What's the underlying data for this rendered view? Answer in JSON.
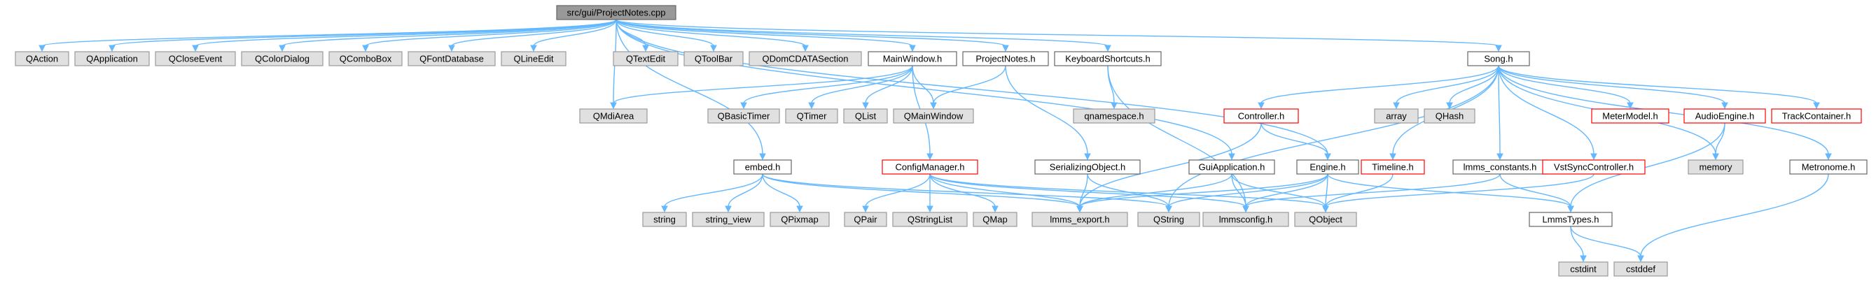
{
  "colors": {
    "edge": "#63b8ff",
    "root_fill": "#999999",
    "root_border": "#666666",
    "system_fill": "#e0e0e0",
    "system_border": "#999999",
    "project_fill": "#ffffff",
    "project_border": "#666666",
    "highlight_border": "#ff0000"
  },
  "nodes": [
    {
      "id": "root",
      "label": "src/gui/ProjectNotes.cpp",
      "kind": "root"
    },
    {
      "id": "qaction",
      "label": "QAction",
      "kind": "system"
    },
    {
      "id": "qapp",
      "label": "QApplication",
      "kind": "system"
    },
    {
      "id": "qclose",
      "label": "QCloseEvent",
      "kind": "system"
    },
    {
      "id": "qcolor",
      "label": "QColorDialog",
      "kind": "system"
    },
    {
      "id": "qcombo",
      "label": "QComboBox",
      "kind": "system"
    },
    {
      "id": "qfontdb",
      "label": "QFontDatabase",
      "kind": "system"
    },
    {
      "id": "qlineedit",
      "label": "QLineEdit",
      "kind": "system"
    },
    {
      "id": "qtextedit",
      "label": "QTextEdit",
      "kind": "system"
    },
    {
      "id": "qtoolbar",
      "label": "QToolBar",
      "kind": "system"
    },
    {
      "id": "qdomcdata",
      "label": "QDomCDATASection",
      "kind": "system"
    },
    {
      "id": "mainwindow",
      "label": "MainWindow.h",
      "kind": "project"
    },
    {
      "id": "projnotesh",
      "label": "ProjectNotes.h",
      "kind": "project"
    },
    {
      "id": "keyboard",
      "label": "KeyboardShortcuts.h",
      "kind": "project"
    },
    {
      "id": "song",
      "label": "Song.h",
      "kind": "project"
    },
    {
      "id": "qmdiarea",
      "label": "QMdiArea",
      "kind": "system"
    },
    {
      "id": "qbasictimer",
      "label": "QBasicTimer",
      "kind": "system"
    },
    {
      "id": "qtimer",
      "label": "QTimer",
      "kind": "system"
    },
    {
      "id": "qlist",
      "label": "QList",
      "kind": "system"
    },
    {
      "id": "qmainwindow",
      "label": "QMainWindow",
      "kind": "system"
    },
    {
      "id": "qnamespace",
      "label": "qnamespace.h",
      "kind": "system"
    },
    {
      "id": "controller",
      "label": "Controller.h",
      "kind": "highlight"
    },
    {
      "id": "array",
      "label": "array",
      "kind": "system"
    },
    {
      "id": "qhash",
      "label": "QHash",
      "kind": "system"
    },
    {
      "id": "metermodel",
      "label": "MeterModel.h",
      "kind": "highlight"
    },
    {
      "id": "audioengine",
      "label": "AudioEngine.h",
      "kind": "highlight"
    },
    {
      "id": "trackcont",
      "label": "TrackContainer.h",
      "kind": "highlight"
    },
    {
      "id": "embed",
      "label": "embed.h",
      "kind": "project"
    },
    {
      "id": "configmgr",
      "label": "ConfigManager.h",
      "kind": "highlight"
    },
    {
      "id": "serializing",
      "label": "SerializingObject.h",
      "kind": "project"
    },
    {
      "id": "guiapp",
      "label": "GuiApplication.h",
      "kind": "project"
    },
    {
      "id": "engine",
      "label": "Engine.h",
      "kind": "project"
    },
    {
      "id": "timeline",
      "label": "Timeline.h",
      "kind": "highlight"
    },
    {
      "id": "lmmsconst",
      "label": "lmms_constants.h",
      "kind": "project"
    },
    {
      "id": "vstsync",
      "label": "VstSyncController.h",
      "kind": "highlight"
    },
    {
      "id": "memory",
      "label": "memory",
      "kind": "system"
    },
    {
      "id": "metronome",
      "label": "Metronome.h",
      "kind": "project"
    },
    {
      "id": "string",
      "label": "string",
      "kind": "system"
    },
    {
      "id": "stringview",
      "label": "string_view",
      "kind": "system"
    },
    {
      "id": "qpixmap",
      "label": "QPixmap",
      "kind": "system"
    },
    {
      "id": "qpair",
      "label": "QPair",
      "kind": "system"
    },
    {
      "id": "qstringlist",
      "label": "QStringList",
      "kind": "system"
    },
    {
      "id": "qmap",
      "label": "QMap",
      "kind": "system"
    },
    {
      "id": "lmmsexport",
      "label": "lmms_export.h",
      "kind": "system"
    },
    {
      "id": "qstring",
      "label": "QString",
      "kind": "system"
    },
    {
      "id": "lmmsconfig",
      "label": "lmmsconfig.h",
      "kind": "system"
    },
    {
      "id": "qobject",
      "label": "QObject",
      "kind": "system"
    },
    {
      "id": "lmmstypes",
      "label": "LmmsTypes.h",
      "kind": "project"
    },
    {
      "id": "cstdint",
      "label": "cstdint",
      "kind": "system"
    },
    {
      "id": "cstddef",
      "label": "cstddef",
      "kind": "system"
    }
  ],
  "edges": [
    [
      "root",
      "qaction"
    ],
    [
      "root",
      "qapp"
    ],
    [
      "root",
      "qclose"
    ],
    [
      "root",
      "qcolor"
    ],
    [
      "root",
      "qcombo"
    ],
    [
      "root",
      "qfontdb"
    ],
    [
      "root",
      "qlineedit"
    ],
    [
      "root",
      "qmdiarea"
    ],
    [
      "root",
      "qtextedit"
    ],
    [
      "root",
      "qtoolbar"
    ],
    [
      "root",
      "qdomcdata"
    ],
    [
      "root",
      "mainwindow"
    ],
    [
      "root",
      "projnotesh"
    ],
    [
      "root",
      "keyboard"
    ],
    [
      "root",
      "song"
    ],
    [
      "root",
      "embed"
    ],
    [
      "root",
      "guiapp"
    ],
    [
      "root",
      "engine"
    ],
    [
      "mainwindow",
      "qmdiarea"
    ],
    [
      "mainwindow",
      "qbasictimer"
    ],
    [
      "mainwindow",
      "qtimer"
    ],
    [
      "mainwindow",
      "qlist"
    ],
    [
      "mainwindow",
      "qmainwindow"
    ],
    [
      "mainwindow",
      "configmgr"
    ],
    [
      "projnotesh",
      "qmainwindow"
    ],
    [
      "projnotesh",
      "serializing"
    ],
    [
      "keyboard",
      "qnamespace"
    ],
    [
      "keyboard",
      "lmmsconfig"
    ],
    [
      "song",
      "controller"
    ],
    [
      "song",
      "array"
    ],
    [
      "song",
      "qhash"
    ],
    [
      "song",
      "metermodel"
    ],
    [
      "song",
      "audioengine"
    ],
    [
      "song",
      "trackcont"
    ],
    [
      "song",
      "timeline"
    ],
    [
      "song",
      "lmmsconst"
    ],
    [
      "song",
      "vstsync"
    ],
    [
      "song",
      "memory"
    ],
    [
      "song",
      "metronome"
    ],
    [
      "song",
      "qstring"
    ],
    [
      "controller",
      "engine"
    ],
    [
      "controller",
      "lmmsexport"
    ],
    [
      "audioengine",
      "memory"
    ],
    [
      "audioengine",
      "lmmstypes"
    ],
    [
      "embed",
      "string"
    ],
    [
      "embed",
      "stringview"
    ],
    [
      "embed",
      "qpixmap"
    ],
    [
      "embed",
      "lmmsexport"
    ],
    [
      "embed",
      "qstring"
    ],
    [
      "configmgr",
      "qpair"
    ],
    [
      "configmgr",
      "qstringlist"
    ],
    [
      "configmgr",
      "qmap"
    ],
    [
      "configmgr",
      "lmmsexport"
    ],
    [
      "configmgr",
      "qobject"
    ],
    [
      "configmgr",
      "lmmsconfig"
    ],
    [
      "serializing",
      "lmmsexport"
    ],
    [
      "serializing",
      "qstring"
    ],
    [
      "guiapp",
      "qobject"
    ],
    [
      "guiapp",
      "lmmsexport"
    ],
    [
      "guiapp",
      "lmmsconfig"
    ],
    [
      "engine",
      "qobject"
    ],
    [
      "engine",
      "lmmsconfig"
    ],
    [
      "engine",
      "lmmsexport"
    ],
    [
      "engine",
      "lmmstypes"
    ],
    [
      "engine",
      "qstring"
    ],
    [
      "timeline",
      "qobject"
    ],
    [
      "lmmsconst",
      "lmmsconfig"
    ],
    [
      "lmmsconst",
      "lmmstypes"
    ],
    [
      "vstsync",
      "qobject"
    ],
    [
      "metronome",
      "cstddef"
    ],
    [
      "lmmstypes",
      "cstdint"
    ],
    [
      "lmmstypes",
      "cstddef"
    ]
  ]
}
